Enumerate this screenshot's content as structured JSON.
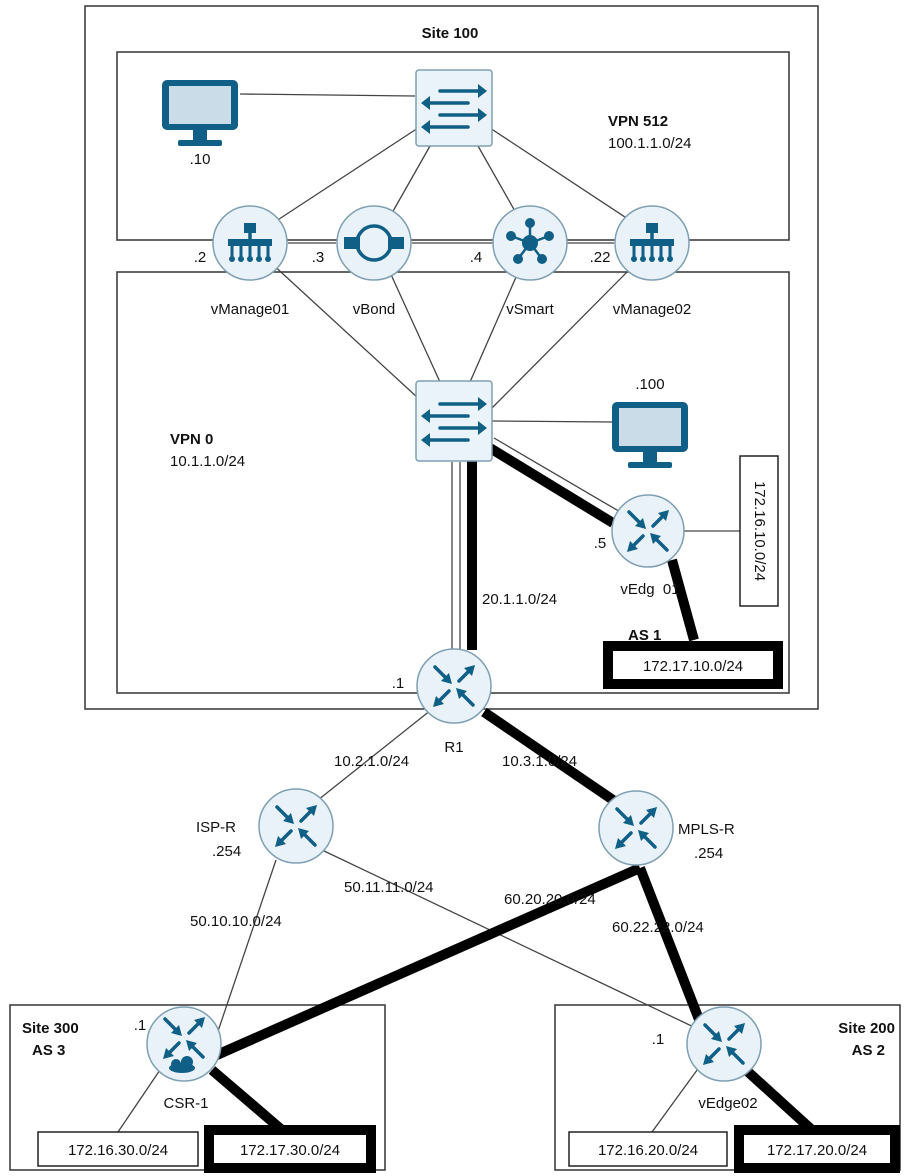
{
  "sites": {
    "site100": {
      "title": "Site 100"
    },
    "site300": {
      "title": "Site 300",
      "as": "AS 3"
    },
    "site200": {
      "title": "Site 200",
      "as": "AS 2"
    }
  },
  "vpns": {
    "vpn512": {
      "name": "VPN 512",
      "subnet": "100.1.1.0/24"
    },
    "vpn0": {
      "name": "VPN 0",
      "subnet": "10.1.1.0/24"
    }
  },
  "devices": {
    "vmanage01": {
      "name": "vManage01",
      "addr": ".2"
    },
    "vbond": {
      "name": "vBond",
      "addr": ".3"
    },
    "vsmart": {
      "name": "vSmart",
      "addr": ".4"
    },
    "vmanage02": {
      "name": "vManage02",
      "addr": ".22"
    },
    "pc_top": {
      "addr": ".10"
    },
    "pc_mid": {
      "addr": ".100"
    },
    "vedge01": {
      "name": "vEdg  01",
      "addr": ".5"
    },
    "r1": {
      "name": "R1",
      "addr": ".1"
    },
    "isp": {
      "name": "ISP-R",
      "addr": ".254"
    },
    "mpls": {
      "name": "MPLS-R",
      "addr": ".254"
    },
    "csr1": {
      "name": "CSR-1",
      "addr": ".1"
    },
    "vedge02": {
      "name": "vEdge02",
      "addr": ".1"
    }
  },
  "links": {
    "sw_r1": "20.1.1.0/24",
    "r1_isp": "10.2.1.0/24",
    "r1_mpls": "10.3.1.0/24",
    "isp_csr": "50.10.10.0/24",
    "isp_vedge02": "50.11.11.0/24",
    "mpls_csr": "60.20.20.0/24",
    "mpls_vedge02": "60.22.22.0/24"
  },
  "boxes": {
    "as1_label": "AS 1",
    "vedge01_lan1": "172.16.10.0/24",
    "vedge01_lan2": "172.17.10.0/24",
    "csr_lan1": "172.16.30.0/24",
    "csr_lan2": "172.17.30.0/24",
    "vedge02_lan1": "172.16.20.0/24",
    "vedge02_lan2": "172.17.20.0/24"
  },
  "colors": {
    "device_fill": "#e9f2f8",
    "device_stroke": "#7f9fb3",
    "glyph": "#0f5f86",
    "monitor": "#0f5f86"
  }
}
